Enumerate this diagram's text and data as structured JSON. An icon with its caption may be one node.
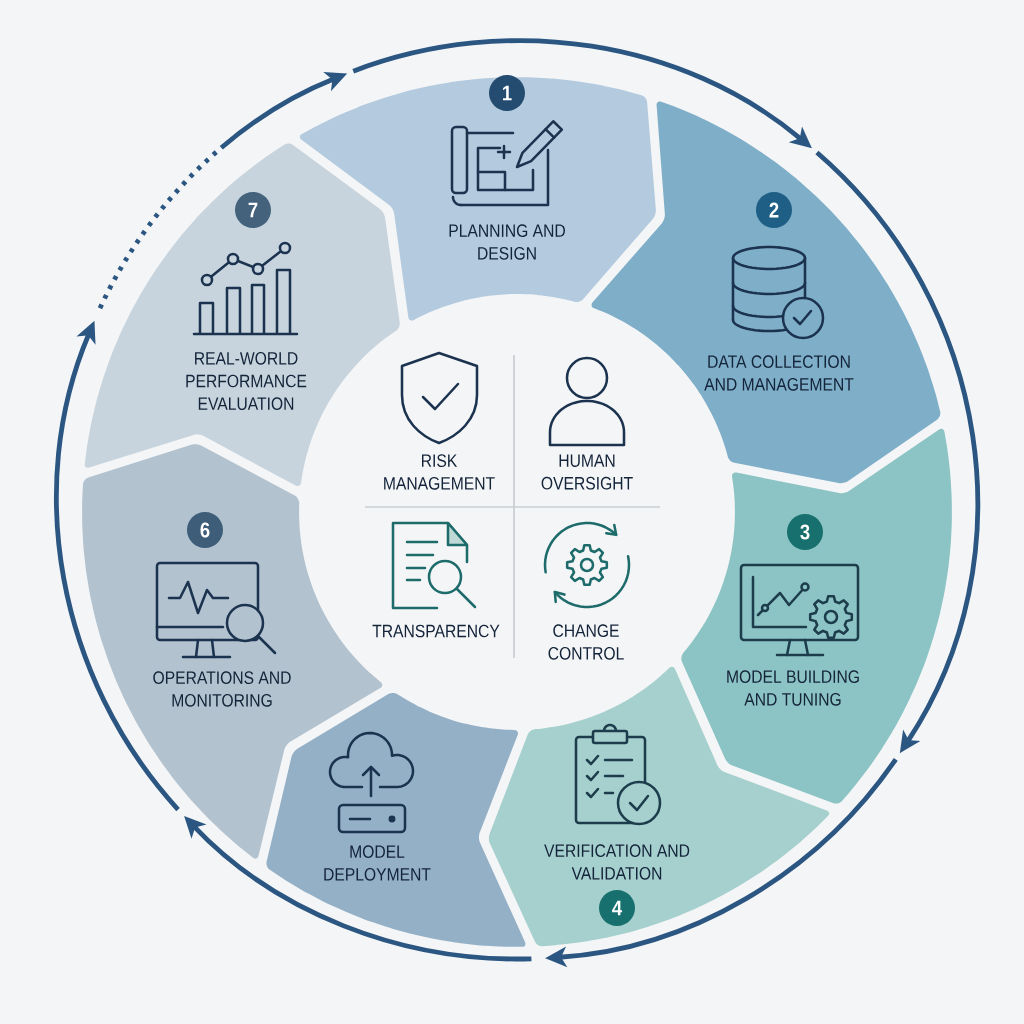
{
  "diagram": {
    "nodes": [
      {
        "text": [
          "1",
          "PLANNING AND DESIGN"
        ]
      },
      {
        "text": [
          "2",
          "DATA COLLECTION AND MANAGEMENT"
        ]
      },
      {
        "text": [
          "3",
          "MODEL BUILDING AND TUNING"
        ]
      },
      {
        "text": [
          "VERIFICATION AND VALIDATION",
          "4"
        ]
      },
      {
        "text": [
          "MODEL DEPLOYMENT"
        ]
      },
      {
        "text": [
          "6",
          "OPERATIONS AND MONITORING"
        ]
      },
      {
        "text": [
          "7",
          "REAL-WORLD PERFORMANCE EVALUATION"
        ]
      }
    ],
    "edges": [
      {
        "from": 0,
        "to": 1,
        "arrow": "to"
      },
      {
        "from": 1,
        "to": 2,
        "arrow": "to"
      },
      {
        "from": 2,
        "to": 3,
        "arrow": "to"
      },
      {
        "from": 4,
        "to": 5,
        "arrow": "to"
      },
      {
        "from": 5,
        "to": 6,
        "arrow": "to"
      },
      {
        "from": 6,
        "to": 0,
        "arrow": "to",
        "style": "dashed"
      }
    ],
    "labels": [
      "RISK MANAGEMENT",
      "HUMAN OVERSIGHT",
      "TRANSPARENCY",
      "CHANGE CONTROL"
    ]
  }
}
